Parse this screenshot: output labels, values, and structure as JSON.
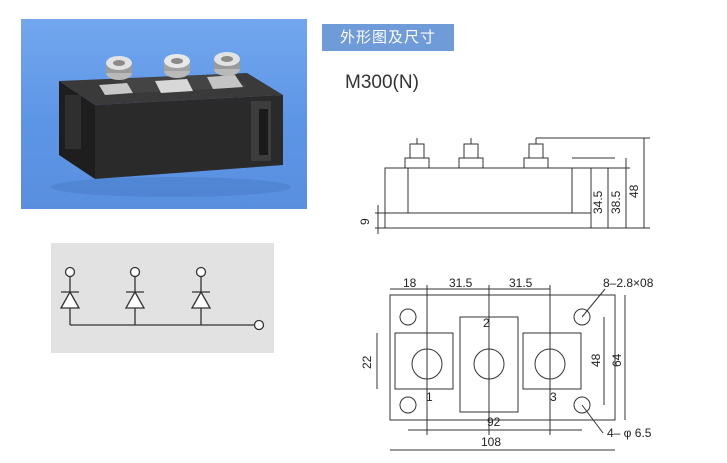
{
  "header": {
    "title": "外形图及尺寸",
    "model": "M300(N)"
  },
  "colors": {
    "title_banner": "#6f9bd8",
    "photo_background": "#5d95e6",
    "schematic_background": "#e2e2e2",
    "module_body": "#2b2b2b"
  },
  "side_view": {
    "dim_left": "9",
    "dim_inner_1": "34.5",
    "dim_inner_2": "38.5",
    "dim_outer": "48"
  },
  "top_view": {
    "dim_top_1": "18",
    "dim_top_2": "31.5",
    "dim_top_3": "31.5",
    "hole_spec": "8–2.8×08",
    "dim_left": "22",
    "dim_right_inner": "48",
    "dim_right_outer": "64",
    "mount_spec": "4– φ 6.5",
    "dim_bottom_inner": "92",
    "dim_bottom_outer": "108",
    "terminal_1": "1",
    "terminal_2": "2",
    "terminal_3": "3"
  },
  "schematic": {
    "icons": [
      "diode-symbol",
      "diode-symbol",
      "diode-symbol"
    ]
  }
}
